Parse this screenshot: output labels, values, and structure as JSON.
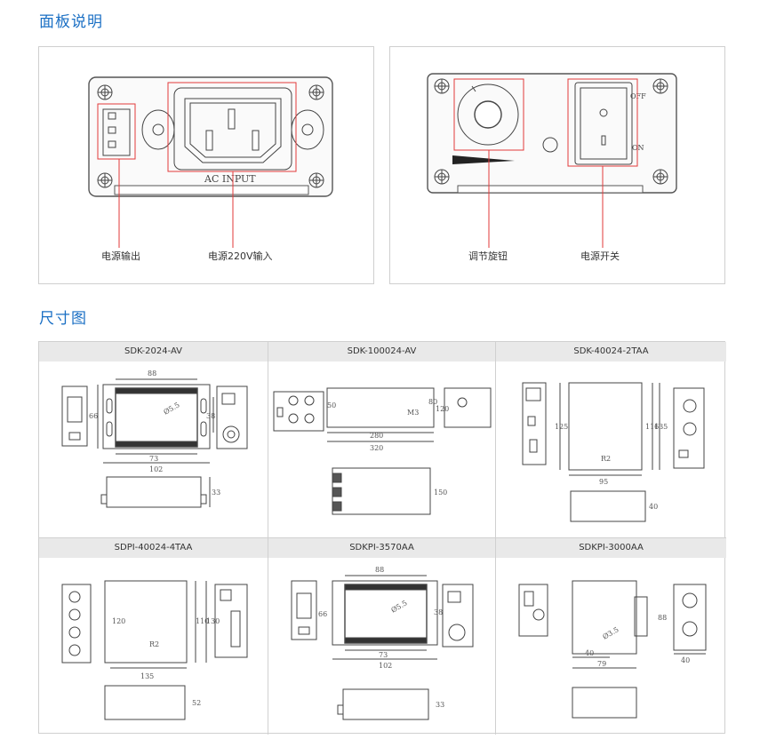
{
  "sections": {
    "panel_title": "面板说明",
    "size_title": "尺寸图"
  },
  "panel_left": {
    "connector_text": "AC  INPUT",
    "callout_output": "电源输出",
    "callout_input": "电源220V输入"
  },
  "panel_right": {
    "switch_off": "OFF",
    "switch_on": "ON",
    "callout_knob": "调节旋钮",
    "callout_switch": "电源开关"
  },
  "models": [
    {
      "name": "SDK-2024-AV",
      "dims": [
        "88",
        "66",
        "Ø5.5",
        "38",
        "73",
        "102",
        "33"
      ]
    },
    {
      "name": "SDK-100024-AV",
      "dims": [
        "50",
        "M3",
        "80",
        "120",
        "280",
        "320",
        "150"
      ]
    },
    {
      "name": "SDK-40024-2TAA",
      "dims": [
        "125",
        "116",
        "135",
        "R2",
        "95",
        "40"
      ]
    },
    {
      "name": "SDPI-40024-4TAA",
      "dims": [
        "120",
        "110",
        "130",
        "R2",
        "135",
        "52"
      ]
    },
    {
      "name": "SDKPI-3570AA",
      "dims": [
        "88",
        "66",
        "Ø5.5",
        "38",
        "73",
        "102",
        "33"
      ]
    },
    {
      "name": "SDKPI-3000AA",
      "dims": [
        "Ø3.5",
        "88",
        "40",
        "79",
        "40"
      ]
    }
  ],
  "colors": {
    "accent": "#1a6fc4",
    "callout_red": "#e23a3a",
    "header_bg": "#e9e9e9"
  }
}
